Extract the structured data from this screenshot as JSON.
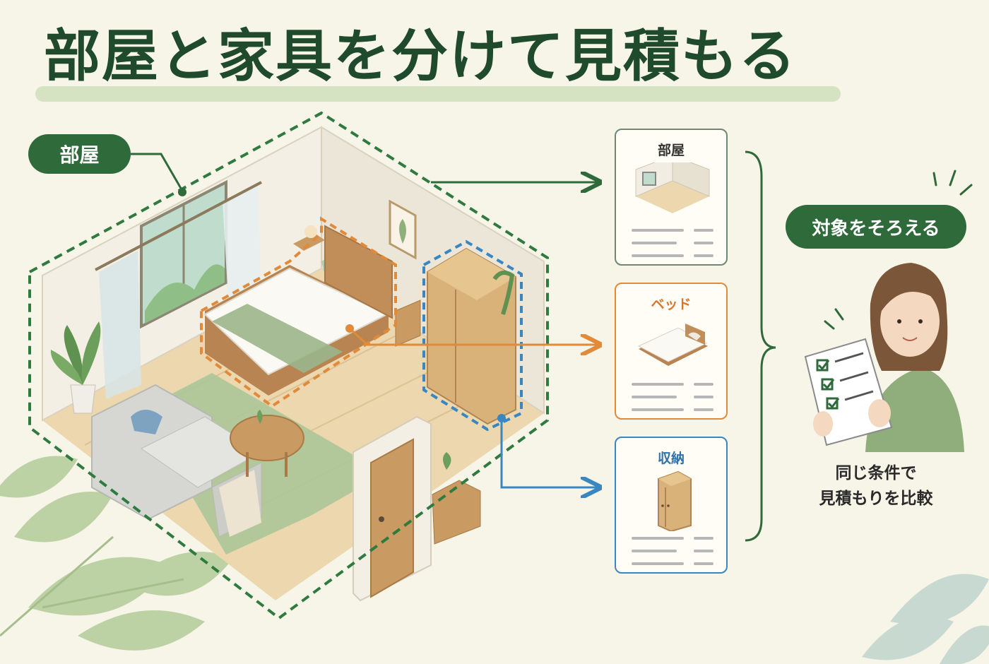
{
  "title": "部屋と家具を分けて見積もる",
  "labels": {
    "room_tag": "部屋",
    "align_tag": "対象をそろえる"
  },
  "cards": [
    {
      "label": "部屋",
      "icon": "empty-room-icon",
      "color": "#6b8a72"
    },
    {
      "label": "ベッド",
      "icon": "bed-icon",
      "color": "#e08a3a"
    },
    {
      "label": "収納",
      "icon": "wardrobe-icon",
      "color": "#3a86c0"
    }
  ],
  "compare": {
    "line1": "同じ条件で",
    "line2": "見積もりを比較"
  },
  "colors": {
    "room_green": "#2f6a3a",
    "bed_orange": "#e08a3a",
    "storage_blue": "#3a86c0",
    "title_dark_green": "#1f4a2c",
    "background": "#f7f4e8"
  }
}
